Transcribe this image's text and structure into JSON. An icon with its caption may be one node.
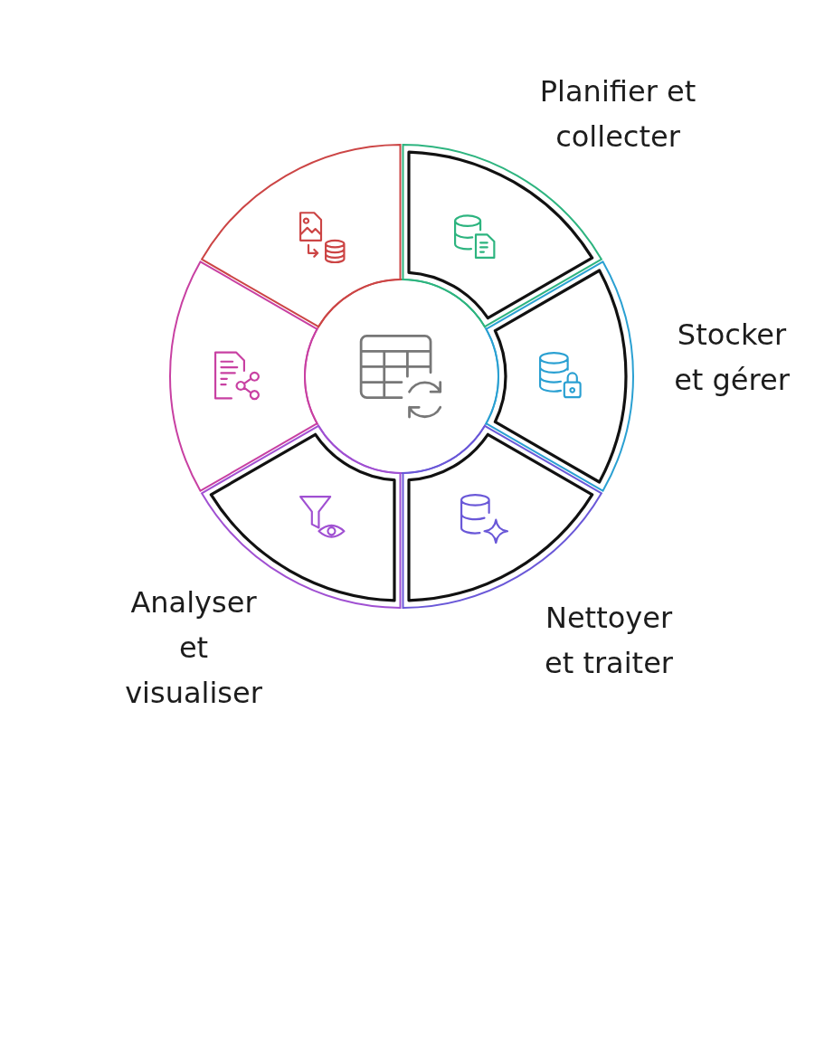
{
  "diagram": {
    "nodes": [
      {
        "text": [
          "Planifier et collecter"
        ]
      },
      {
        "text": [
          "Stocker et gérer"
        ]
      },
      {
        "text": [
          "Nettoyer et traiter"
        ]
      },
      {
        "text": [
          "Analyser et visualiser"
        ]
      },
      {
        "text": [],
        "shape": "segment"
      },
      {
        "text": [],
        "shape": "segment"
      },
      {
        "text": [],
        "shape": "circle"
      }
    ]
  }
}
